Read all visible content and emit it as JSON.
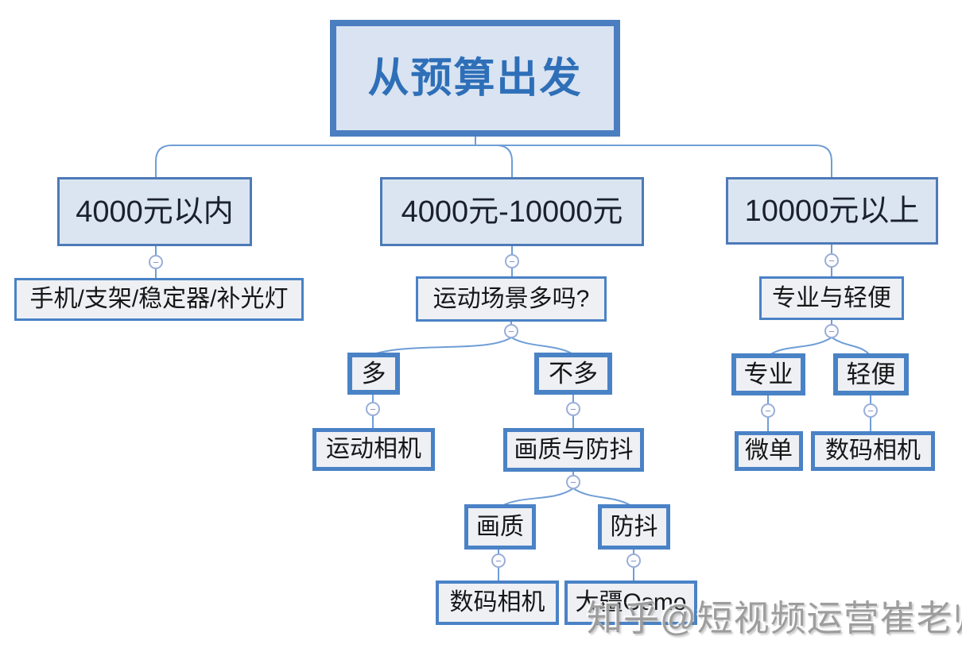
{
  "watermark": "知乎@短视频运营崔老师",
  "icons": {
    "collapse_glyph": "−"
  },
  "colors": {
    "root_border": "#4a7ec0",
    "root_fill": "#d9e3f1",
    "root_text": "#2e6fb8",
    "branch_border": "#4d7ab8",
    "branch_fill": "#dbe5f1",
    "branch_text": "#1a2030",
    "node_border": "#4a82c6",
    "node_fill": "#eef0f4",
    "node_text": "#161616",
    "connector": "#6f9ed6",
    "collapse_ring": "#9aaed8",
    "watermark_text": "#9d9d9d"
  },
  "nodes": {
    "root": "从预算出发",
    "budget_low": "4000元以内",
    "budget_mid": "4000元-10000元",
    "budget_high": "10000元以上",
    "phone_kit": "手机/支架/稳定器/补光灯",
    "sports_question": "运动场景多吗?",
    "pro_vs_light": "专业与轻便",
    "many": "多",
    "not_many": "不多",
    "action_camera": "运动相机",
    "quality_vs_stab": "画质与防抖",
    "quality": "画质",
    "stabilization": "防抖",
    "digital_camera_quality": "数码相机",
    "dji_osmo": "大疆Osmo",
    "professional": "专业",
    "lightweight": "轻便",
    "mirrorless": "微单",
    "digital_camera_light": "数码相机"
  }
}
